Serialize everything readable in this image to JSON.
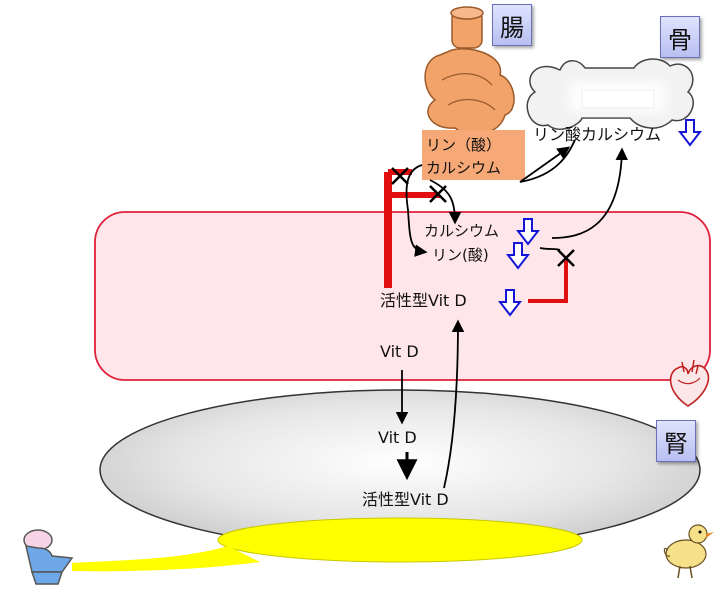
{
  "labels": {
    "intestine": "腸",
    "bone": "骨",
    "kidney": "腎",
    "intestine_phosphorus": "リン（酸）",
    "intestine_calcium": "カルシウム",
    "bone_calcium_phosphate": "リン酸カルシウム",
    "blood_calcium": "カルシウム",
    "blood_phosphorus": "リン(酸)",
    "blood_active_vitd": "活性型Vit D",
    "blood_vitd": "Vit D",
    "kidney_vitd": "Vit D",
    "kidney_active_vitd": "活性型Vit D"
  },
  "colors": {
    "blood_fill": "#ffe6ea",
    "blood_stroke": "#e0203a",
    "kidney_fill": "#e2e2e2",
    "urine": "#ffff00",
    "inhibit": "#e01010",
    "down_arrow": "#1515d8",
    "intestine": "#f2a36a",
    "intestine_box": "#f6a877"
  },
  "icons": [
    "heart-icon",
    "toilet-icon",
    "chick-icon",
    "down-arrow-icon",
    "intestine-icon",
    "bone-icon"
  ]
}
